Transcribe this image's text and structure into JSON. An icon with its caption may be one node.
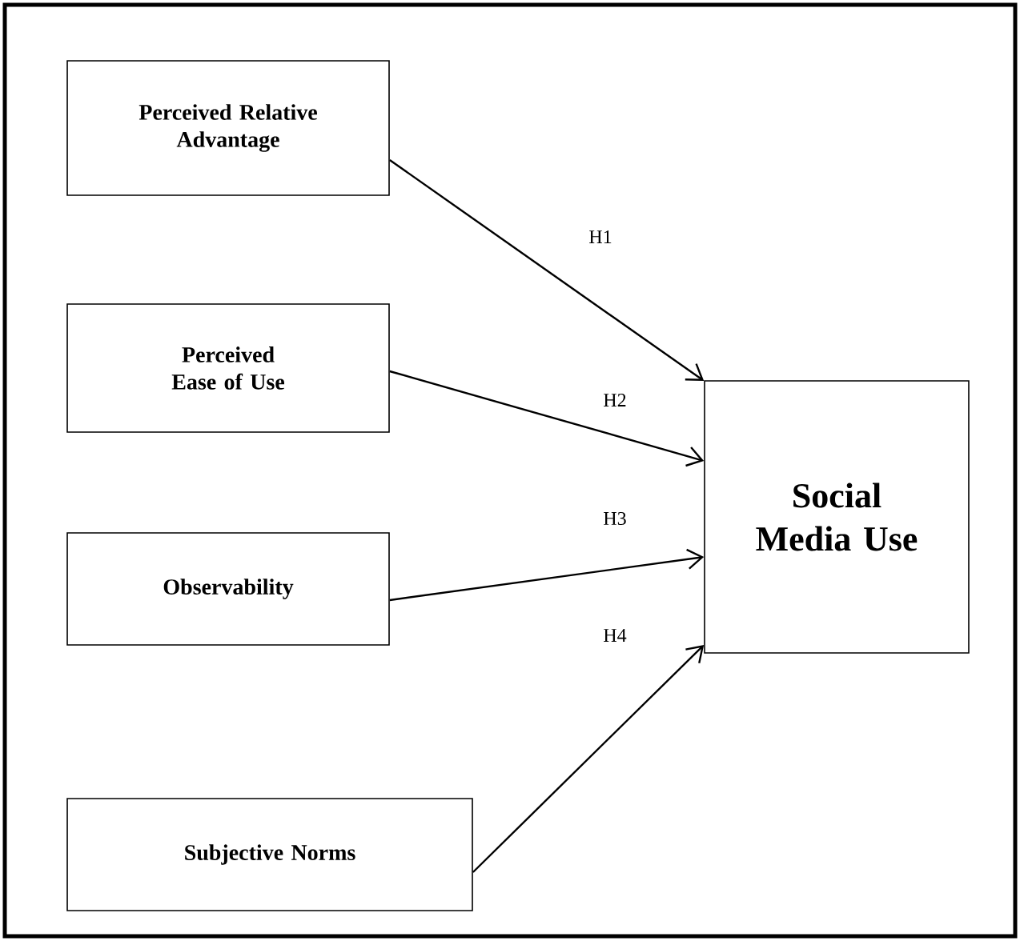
{
  "diagram": {
    "nodes": [
      {
        "text": [
          "Perceived Relative Advantage"
        ]
      },
      {
        "text": [
          "Perceived Ease of Use"
        ]
      },
      {
        "text": [
          "Observability"
        ]
      },
      {
        "text": [
          "Subjective Norms"
        ]
      },
      {
        "text": [
          "Social Media Use"
        ]
      }
    ],
    "edges": [
      {
        "from": 0,
        "to": 4,
        "arrow": "to",
        "label": "H1"
      },
      {
        "from": 1,
        "to": 4,
        "arrow": "to",
        "label": "H2"
      },
      {
        "from": 2,
        "to": 4,
        "arrow": "to",
        "label": "H3"
      },
      {
        "from": 3,
        "to": 4,
        "arrow": "to",
        "label": "H4"
      }
    ]
  }
}
